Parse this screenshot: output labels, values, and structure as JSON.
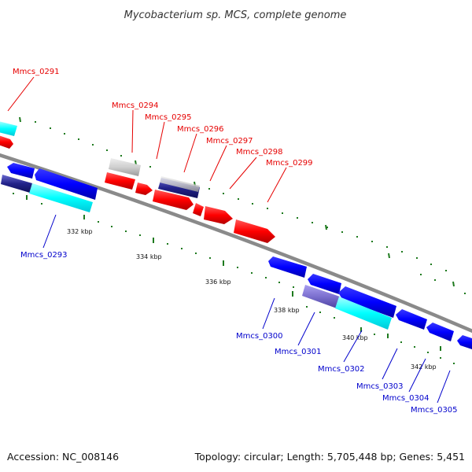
{
  "title": "Mycobacterium sp. MCS, complete genome",
  "accession": "Accession: NC_008146",
  "summary": "Topology: circular; Length: 5,705,448 bp; Genes: 5,451",
  "colors": {
    "backbone": "#8a8a8a",
    "forward_gene": "#ff0000",
    "reverse_gene": "#0000ff",
    "rna_like": "#00ffff",
    "pseudo_gray": "#c8c8c8",
    "pseudo_purple": "#7b6fcf",
    "navy_stack": "#1a1a80",
    "tick_dot": "#1e7a1e",
    "label_red": "#e60000",
    "label_blue": "#0000cc"
  },
  "genes_top": [
    {
      "label": "Mmcs_0291"
    },
    {
      "label": "Mmcs_0294"
    },
    {
      "label": "Mmcs_0295"
    },
    {
      "label": "Mmcs_0296"
    },
    {
      "label": "Mmcs_0297"
    },
    {
      "label": "Mmcs_0298"
    },
    {
      "label": "Mmcs_0299"
    }
  ],
  "genes_bottom": [
    {
      "label": "Mmcs_0293"
    },
    {
      "label": "Mmcs_0300"
    },
    {
      "label": "Mmcs_0301"
    },
    {
      "label": "Mmcs_0302"
    },
    {
      "label": "Mmcs_0303"
    },
    {
      "label": "Mmcs_0304"
    },
    {
      "label": "Mmcs_0305"
    }
  ],
  "kbp_ticks": [
    {
      "label": "332 kbp"
    },
    {
      "label": "334 kbp"
    },
    {
      "label": "336 kbp"
    },
    {
      "label": "338 kbp"
    },
    {
      "label": "340 kbp"
    },
    {
      "label": "342 kbp"
    }
  ]
}
